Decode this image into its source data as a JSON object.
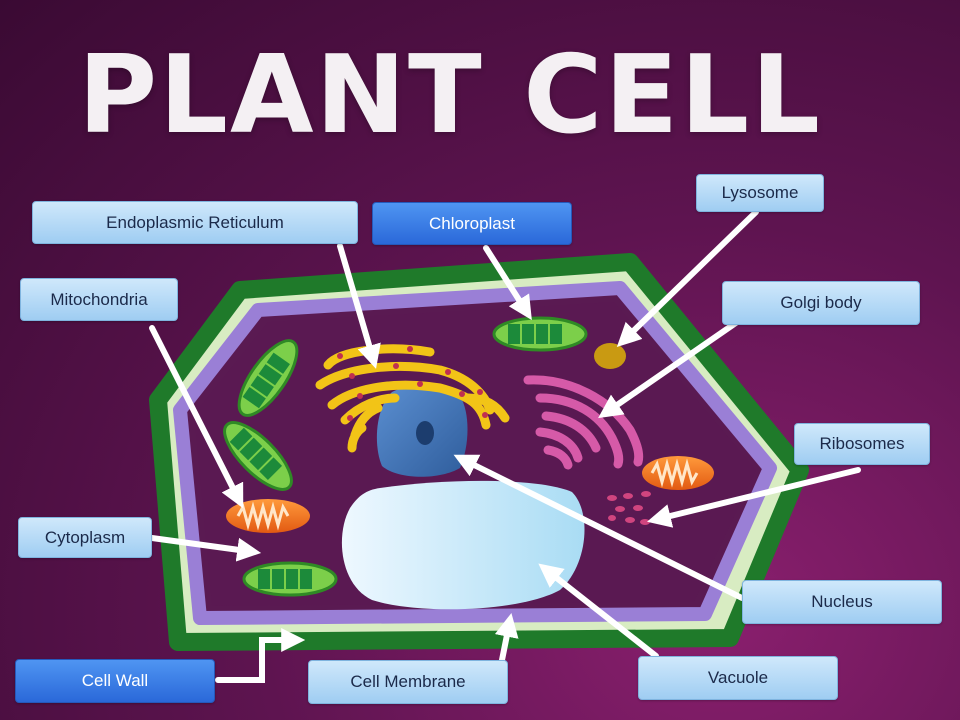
{
  "title": "PLANT CELL",
  "labels": {
    "endoplasmic_reticulum": "Endoplasmic Reticulum",
    "chloroplast": "Chloroplast",
    "lysosome": "Lysosome",
    "mitochondria": "Mitochondria",
    "golgi_body": "Golgi body",
    "ribosomes": "Ribosomes",
    "cytoplasm": "Cytoplasm",
    "nucleus": "Nucleus",
    "cell_wall": "Cell Wall",
    "cell_membrane": "Cell Membrane",
    "vacuole": "Vacuole"
  },
  "colors": {
    "cell_wall": "#1f7a2a",
    "cell_membrane": "#9a7fd6",
    "label_light": "#b8dcf7",
    "label_dark": "#3a7be6",
    "arrow": "#ffffff"
  }
}
